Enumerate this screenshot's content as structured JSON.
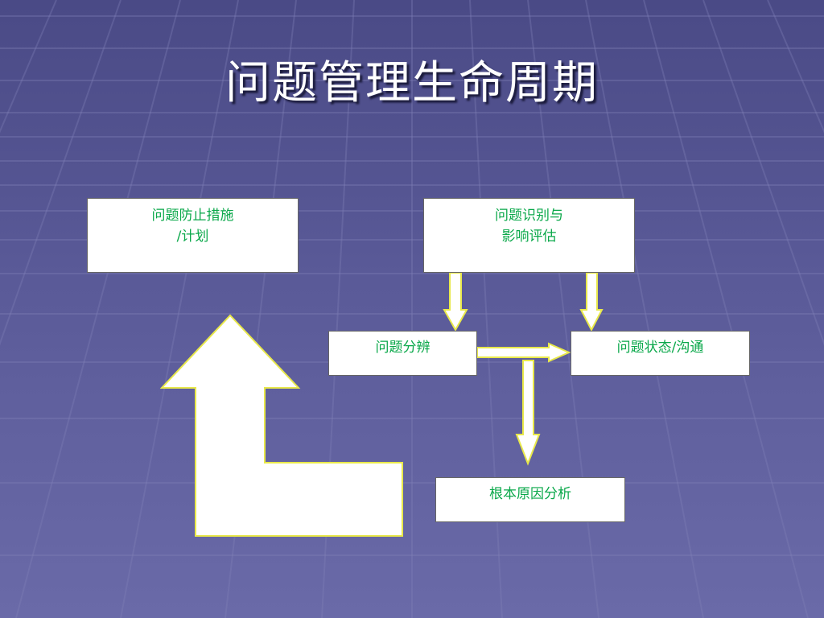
{
  "slide": {
    "title": "问题管理生命周期"
  },
  "boxes": {
    "prevent": {
      "line1": "问题防止措施",
      "line2": "/计划"
    },
    "identify": {
      "line1": "问题识别与",
      "line2": "影响评估"
    },
    "diagnose": {
      "text": "问题分辨"
    },
    "status": {
      "text": "问题状态/沟通"
    },
    "root_cause": {
      "text": "根本原因分析"
    }
  },
  "colors": {
    "box_text": "#0aa84a",
    "arrow_fill": "#ffffff",
    "arrow_stroke": "#e8e84a",
    "background": "#5a5a98"
  }
}
